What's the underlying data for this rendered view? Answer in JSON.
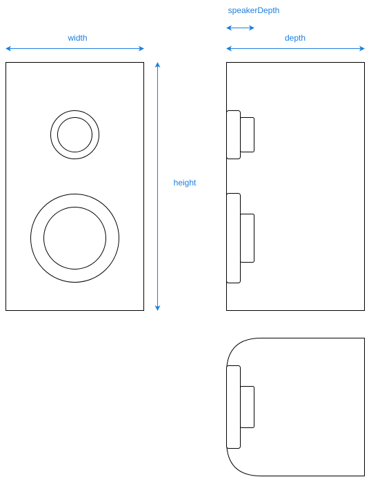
{
  "labels": {
    "width": "width",
    "height": "height",
    "depth": "depth",
    "speaker_depth": "speakerDepth"
  },
  "colors": {
    "dimension": "#1a7fe0",
    "outline": "#000000",
    "background": "#ffffff"
  }
}
